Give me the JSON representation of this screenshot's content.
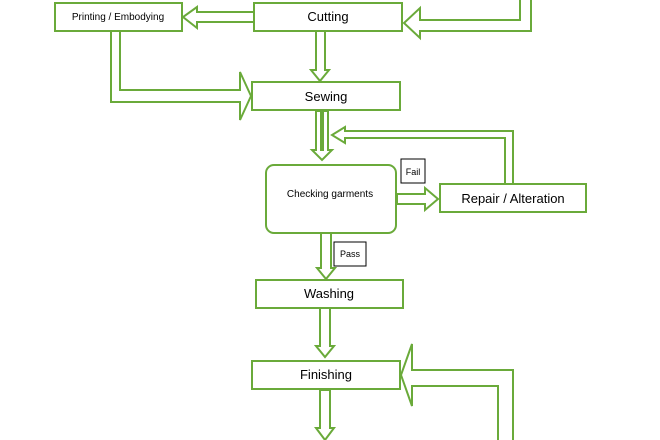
{
  "colors": {
    "flow_green": "#6aaa3a",
    "text": "#000000",
    "background": "#ffffff"
  },
  "nodes": {
    "cutting": "Cutting",
    "printing": "Printing / Embodying",
    "sewing": "Sewing",
    "checking": "Checking garments",
    "repair": "Repair / Alteration",
    "washing": "Washing",
    "finishing": "Finishing"
  },
  "labels": {
    "fail": "Fail",
    "pass": "Pass"
  }
}
